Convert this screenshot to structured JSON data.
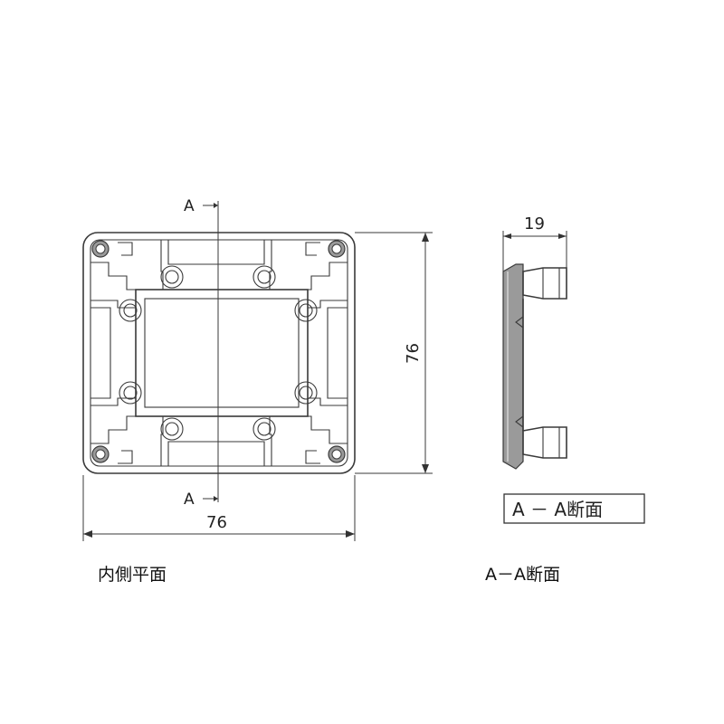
{
  "plan_view": {
    "caption": "内側平面",
    "width_label": "76",
    "height_label": "76",
    "section_mark_top": "A",
    "section_mark_bottom": "A"
  },
  "section_view": {
    "caption": "A－A断面",
    "box_label": "A － A断面",
    "depth_label": "19"
  }
}
